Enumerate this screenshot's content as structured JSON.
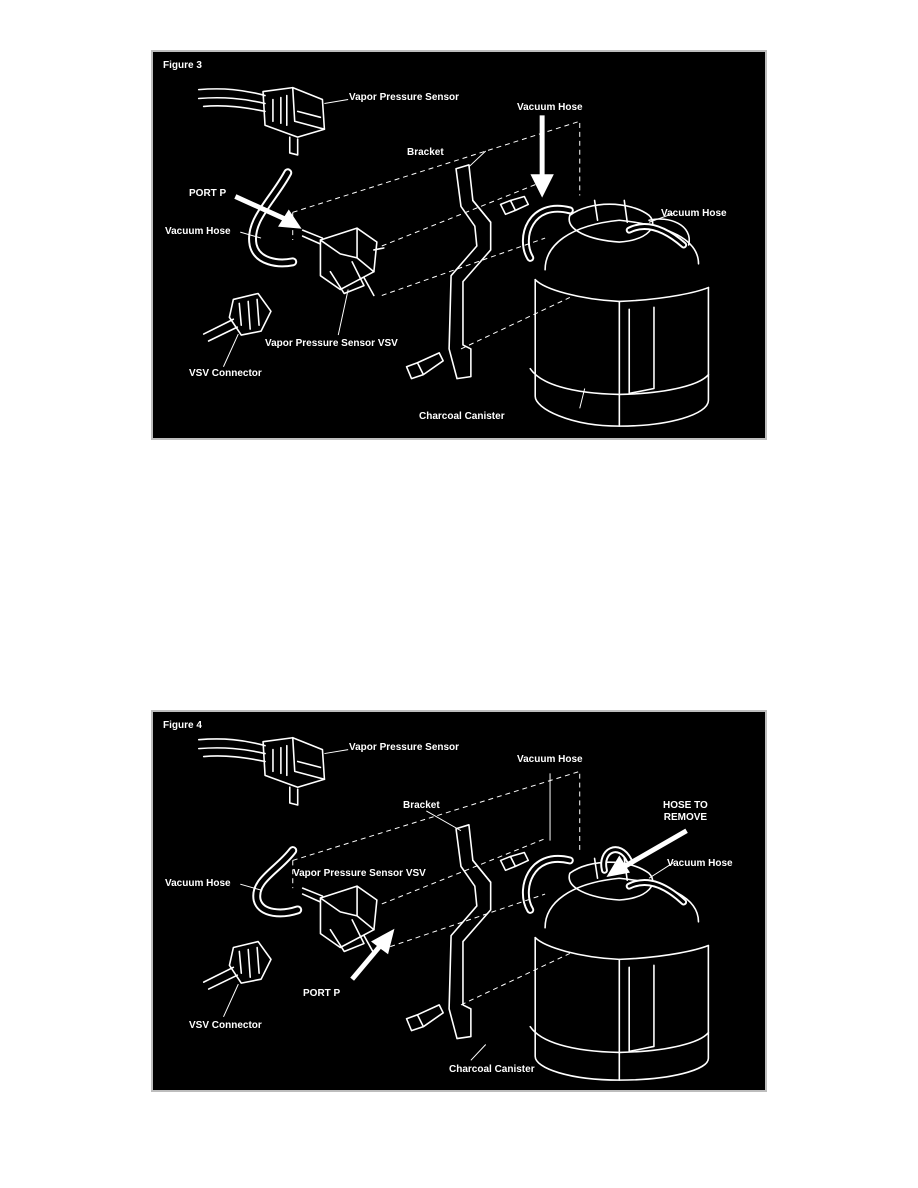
{
  "figures": [
    {
      "title": "Figure 3",
      "labels": {
        "vapor_pressure_sensor": "Vapor Pressure Sensor",
        "vacuum_hose_top": "Vacuum Hose",
        "bracket": "Bracket",
        "port": "PORT P",
        "vacuum_hose_left": "Vacuum Hose",
        "vacuum_hose_right": "Vacuum Hose",
        "vsv": "Vapor Pressure Sensor VSV",
        "vsv_connector": "VSV Connector",
        "charcoal_canister": "Charcoal Canister"
      }
    },
    {
      "title": "Figure 4",
      "labels": {
        "vapor_pressure_sensor": "Vapor Pressure Sensor",
        "vacuum_hose_top": "Vacuum Hose",
        "bracket": "Bracket",
        "hose_to_remove": "HOSE TO\nREMOVE",
        "vsv": "Vapor Pressure Sensor VSV",
        "vacuum_hose_right": "Vacuum Hose",
        "vacuum_hose_left": "Vacuum Hose",
        "port": "PORT P",
        "vsv_connector": "VSV Connector",
        "charcoal_canister": "Charcoal Canister"
      }
    }
  ],
  "colors": {
    "background": "#000000",
    "line": "#ffffff",
    "border": "#bdbdbd"
  }
}
